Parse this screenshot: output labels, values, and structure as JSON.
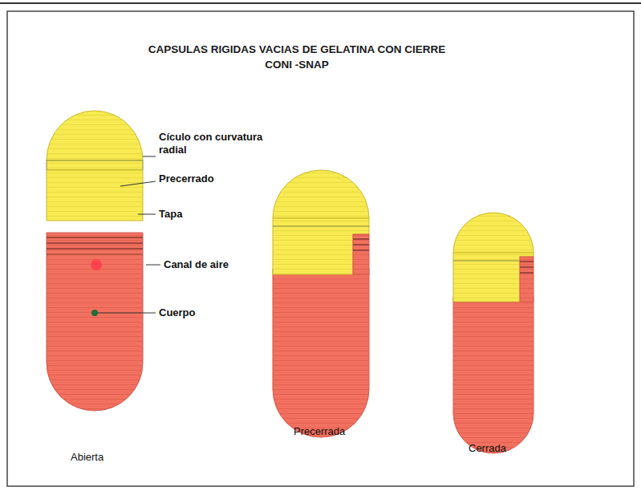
{
  "diagram": {
    "title": "CAPSULAS RIGIDAS VACIAS DE GELATINA CON CIERRE CONI -SNAP",
    "labels": [
      "Cículo con curvatura radial",
      "Precerrado",
      "Tapa",
      "Canal de aire",
      "Cuerpo",
      "Abierta",
      "Precerrada",
      "Cerrada"
    ]
  }
}
